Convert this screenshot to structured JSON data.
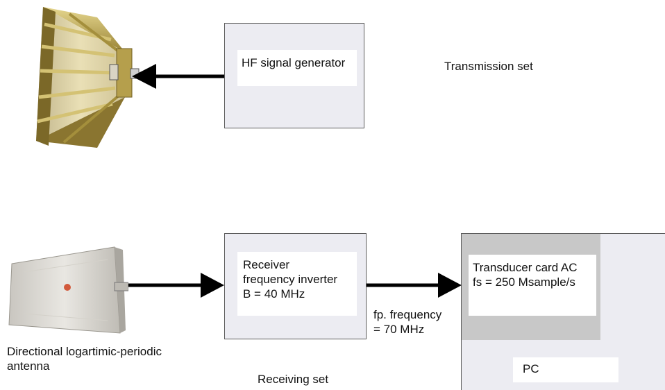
{
  "transmission": {
    "generator_label": "HF signal generator",
    "set_label": "Transmission set"
  },
  "receiving": {
    "receiver_label": "Receiver\nfrequency inverter\nB = 40 MHz",
    "intermediate_label": "fp. frequency\n= 70 MHz",
    "set_label": "Receiving set",
    "antenna_label": "Directional logartimic-periodic\nantenna"
  },
  "pc": {
    "card_label": "Transducer card AC\nfs = 250 Msample/s",
    "pc_label": "PC"
  },
  "icons": {
    "horn_antenna": "horn-antenna-icon",
    "log_periodic_antenna": "log-periodic-antenna-icon"
  },
  "colors": {
    "box_fill": "#ececf2",
    "card_fill": "#c8c8c8",
    "arrow": "#000000",
    "horn_gold": "#c9b46a",
    "antenna_grey": "#d9d6d0"
  }
}
